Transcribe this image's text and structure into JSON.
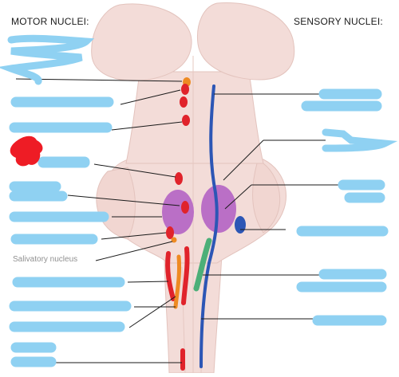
{
  "headings": {
    "motor": "MOTOR NUCLEI:",
    "sensory": "SENSORY NUCLEI:"
  },
  "visible_labels": {
    "salivatory": "Salivatory nucleus"
  },
  "colors": {
    "brainstem": "#f3dcd8",
    "brainstem_outline": "#e3c3bd",
    "motor_nucleus": "#e0232b",
    "orange_nucleus": "#ee8a22",
    "purple_nucleus": "#b463c4",
    "blue_tract": "#2c56b5",
    "green_nucleus": "#4caf78",
    "redaction": "#8fd1f2",
    "red_mark": "#ee1c25"
  }
}
